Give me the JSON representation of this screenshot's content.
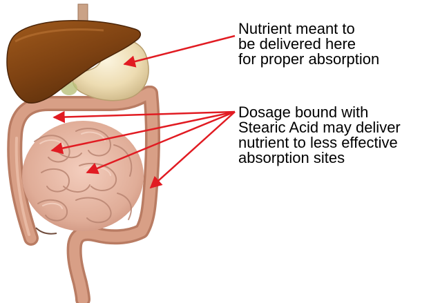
{
  "labels": {
    "stomach_callout": {
      "lines": [
        "Nutrient meant to",
        "be delivered here",
        "for proper absorption"
      ]
    },
    "stearic_callout": {
      "lines": [
        "Dosage bound with",
        "Stearic Acid may deliver",
        "nutrient to less effective",
        "absorption sites"
      ]
    }
  },
  "colors": {
    "arrow": "#e11b22",
    "text": "#000000",
    "liver": "#8b4a12",
    "stomach": "#efe2bf",
    "intestine": "#e3b4a0",
    "colon": "#c98a70"
  },
  "icons": {
    "anatomy": "digestive-system-illustration"
  }
}
